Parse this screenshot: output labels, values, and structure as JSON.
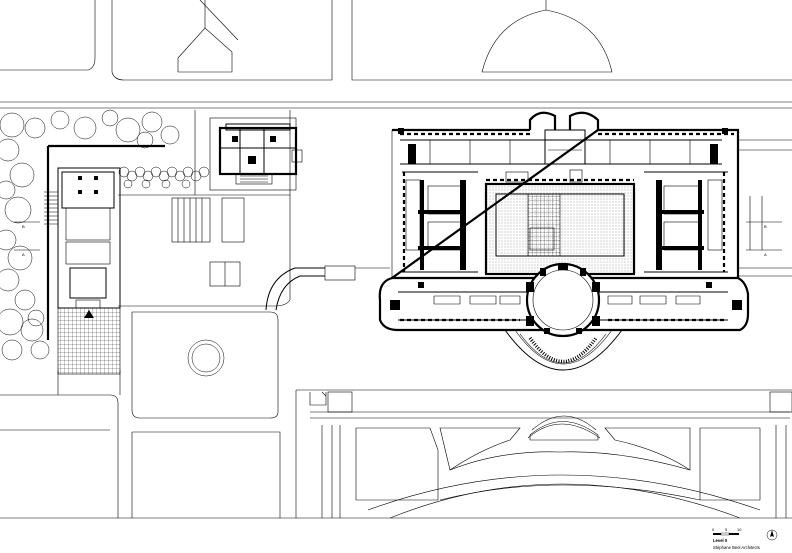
{
  "plan": {
    "level_label": "Level 0",
    "architect_label": "Stéphane Beel Architects",
    "scale_ticks": [
      "0",
      "5",
      "10"
    ],
    "section_marks": {
      "left_top": "B",
      "left_bottom": "A",
      "right_top": "B",
      "right_bottom": "A"
    },
    "north_arrow_icon": "north-arrow-icon"
  }
}
